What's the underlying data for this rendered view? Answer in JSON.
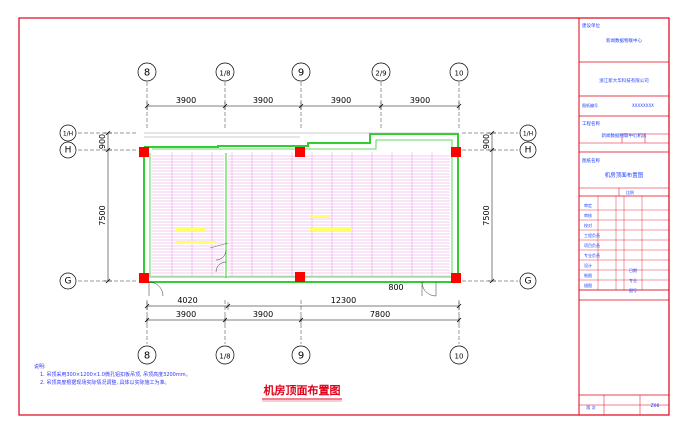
{
  "drawing": {
    "title": "机房顶面布置图",
    "dims_top": [
      "3900",
      "3900",
      "3900",
      "3900"
    ],
    "dims_bottom_upper": [
      "4020",
      "12300"
    ],
    "dims_bottom_lower": [
      "3900",
      "3900",
      "7800"
    ],
    "dims_left": [
      "900",
      "7500"
    ],
    "dims_right": [
      "900",
      "7500"
    ],
    "door_label": "800",
    "axis_top": [
      "8",
      "1/8",
      "9",
      "2/9",
      "10"
    ],
    "axis_bottom": [
      "8",
      "1/8",
      "9",
      "10"
    ],
    "axis_left": [
      "1/H",
      "H",
      "G"
    ],
    "axis_right": [
      "1/H",
      "H",
      "G"
    ],
    "notes_title": "说明:",
    "notes": [
      "1. 吊顶采用300×1200×1.0微孔铝扣板吊顶, 吊顶高度3200mm。",
      "2. 吊顶高度根据现场实际情况调整, 具体以实际施工为准。"
    ]
  },
  "title_block": {
    "construction_unit_label": "建设单位",
    "construction_unit": "新闻数据物联中心",
    "design_unit": "浙江新大华科技有限公司",
    "design_number_label": "图纸编号",
    "design_number": "XXXXXXXX",
    "project_label": "工程名称",
    "project_name": "新闻数据物联中心机房",
    "drawing_label": "图纸名称",
    "drawing_name": "机房顶面布置图",
    "scale": "比例",
    "sign_rows": [
      "审定",
      "审核",
      "校对",
      "工程负责",
      "项目负责",
      "专业负责",
      "设计",
      "制图",
      "描图"
    ],
    "sign_right": [
      "日期",
      "专业",
      "图号"
    ],
    "footer_left": "版 次",
    "footer_right": "Z08"
  },
  "colors": {
    "frame": "#e0001a",
    "wall": "#33cc33",
    "grid": "#e000e0",
    "column": "#ff0000",
    "note": "#3333ff",
    "title": "#e0001a",
    "dim": "#000000",
    "tb_text": "#2040ff"
  }
}
